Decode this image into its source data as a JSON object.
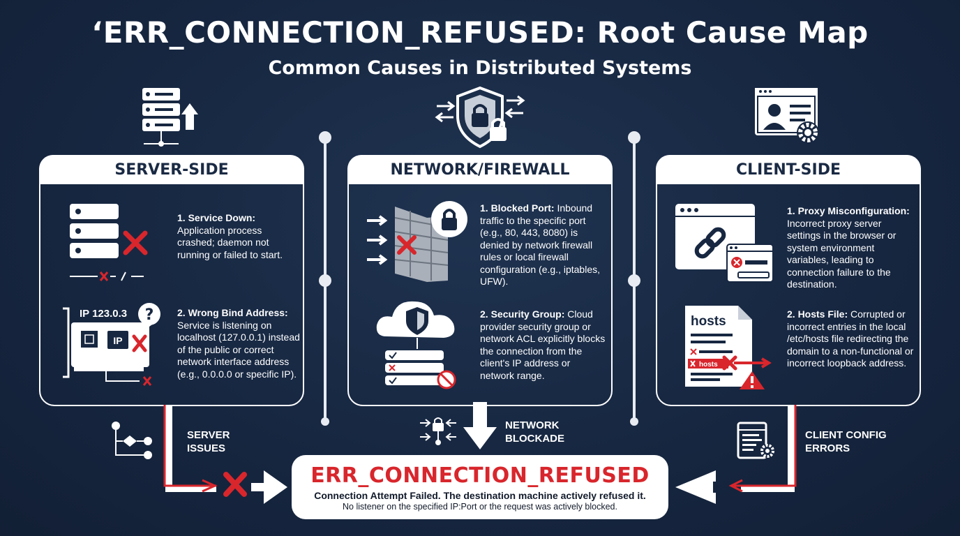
{
  "title": "‘ERR_CONNECTION_REFUSED: Root Cause Map",
  "subtitle": "Common Causes in Distributed Systems",
  "panels": {
    "server": {
      "heading": "SERVER-SIDE",
      "causes": [
        {
          "label": "1. Service Down:",
          "text": "Application process crashed; daemon not running or failed to start."
        },
        {
          "label": "2. Wrong Bind Address:",
          "text": "Service is listening on localhost (127.0.0.1) instead of the public or correct network interface address (e.g., 0.0.0.0 or specific IP)."
        }
      ],
      "ip_label": "IP 123.0.3",
      "chip_label": "IP"
    },
    "network": {
      "heading": "NETWORK/FIREWALL",
      "causes": [
        {
          "label": "1. Blocked Port:",
          "text": "Inbound traffic to the specific port (e.g., 80, 443, 8080) is denied by network firewall rules or local firewall configuration (e.g., iptables, UFW)."
        },
        {
          "label": "2. Security Group:",
          "text": "Cloud provider security group or network ACL explicitly blocks the connection from the client's IP address or network range."
        }
      ]
    },
    "client": {
      "heading": "CLIENT-SIDE",
      "causes": [
        {
          "label": "1. Proxy Misconfiguration:",
          "text": "Incorrect proxy server settings in the browser or system environment variables, leading to connection failure to the destination."
        },
        {
          "label": "2. Hosts File:",
          "text": "Corrupted or incorrect entries in the local /etc/hosts file redirecting the domain to a non-functional or incorrect loopback address."
        }
      ],
      "hosts_title": "hosts",
      "hosts_tag": "hosts"
    }
  },
  "flows": {
    "server": [
      "SERVER",
      "ISSUES"
    ],
    "network": [
      "NETWORK",
      "BLOCKADE"
    ],
    "client": [
      "CLIENT CONFIG",
      "ERRORS"
    ]
  },
  "result": {
    "title": "ERR_CONNECTION_REFUSED",
    "line1": "Connection Attempt Failed. The destination machine actively refused it.",
    "line2": "No listener on the specified IP:Port or the request was actively blocked."
  },
  "colors": {
    "background": "#172741",
    "panel_text": "#1a2a44",
    "alert_red": "#d8262c",
    "white": "#ffffff"
  },
  "icons": [
    "server-upload-icon",
    "shield-lock-icon",
    "user-profile-settings-icon",
    "server-down-icon",
    "network-card-icon",
    "firewall-icon",
    "cloud-security-icon",
    "broken-link-browser-icon",
    "hosts-file-icon",
    "flowchart-icon",
    "network-lock-icon",
    "config-file-icon"
  ]
}
